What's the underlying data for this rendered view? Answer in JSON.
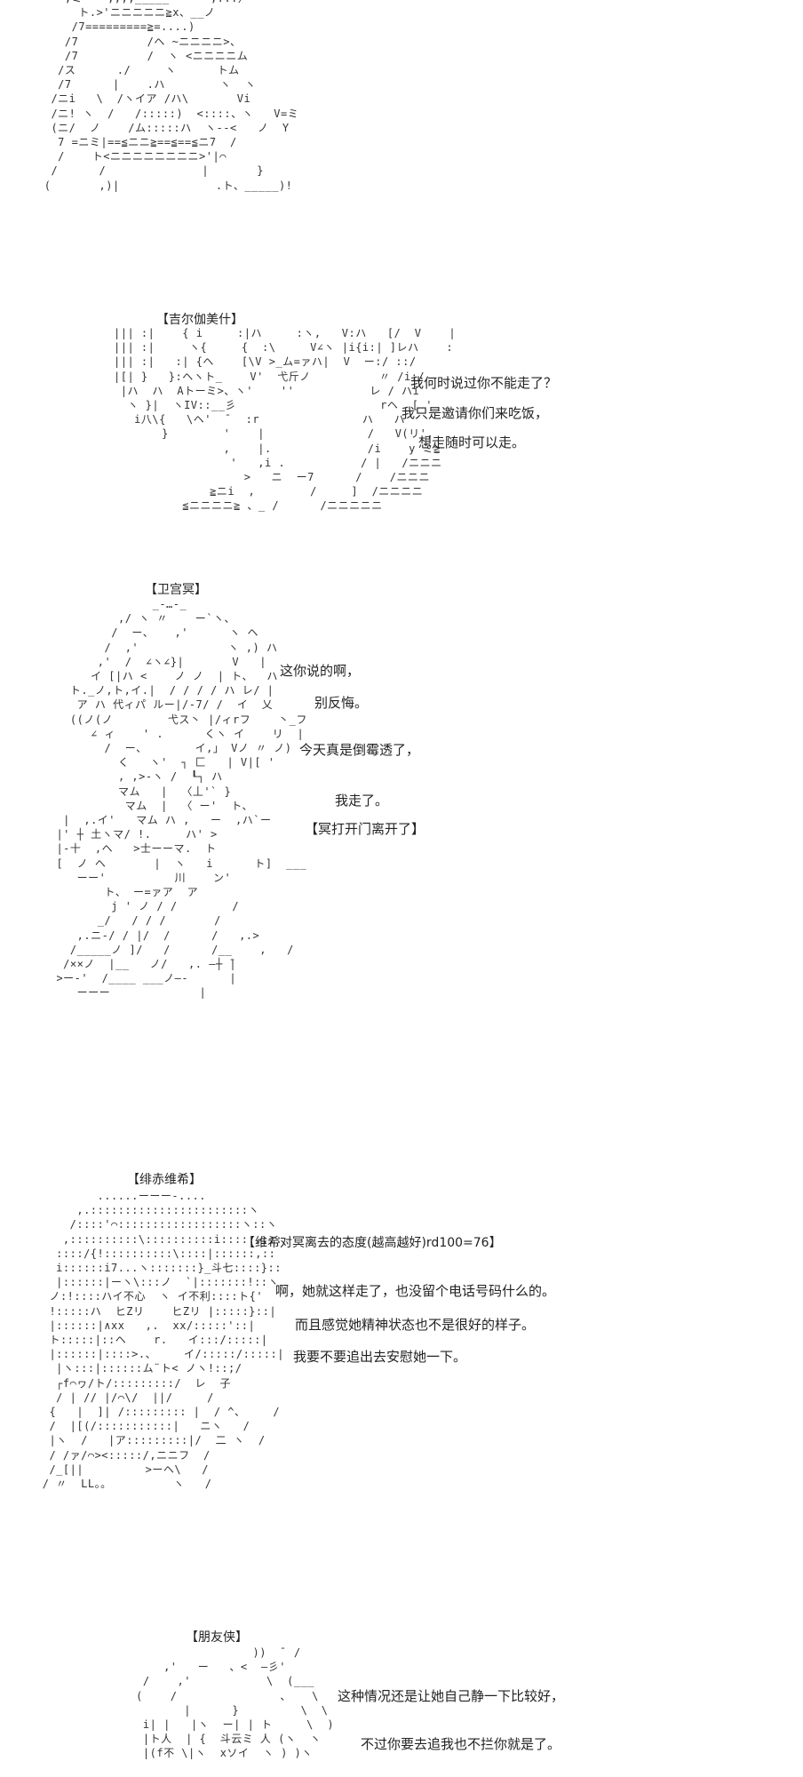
{
  "panels": [
    {
      "speaker": "",
      "art": "    ,ミ=ー ,,,,_____      ,...〉\n      ト.>'ニニニニニ≧x、__ノ\n     /7=========≧=....)\n    /7          /ヘ ~ニニニニ>、\n    /7          /  ヽ <ニニニニム\n   /ス      ./     ヽ      トム\n   /7      |    .ハ        ヽ  ヽ\n  /ニi   \\  /ヽイア /ハ\\       Vi\n  /ニ! ヽ  /   /:::::)  <::::、ヽ   V=ミ\n  (ニ/  ノ    /ム:::::ハ  ヽ--<   ノ  Y\n   7 =ニミ|==≦ニニ≧==≦==≦ニ7  /\n   /    ト<ニニニニニニニニ>'|⌒\n  /      /              |       }\n (       ,)|              .ト、_____)!",
      "dialogue": []
    },
    {
      "speaker": "【吉尔伽美什】",
      "art": "||| :|    { i     :|ハ     :ヽ,   V:ハ   [/  V    |\n||| :|     ヽ{     {  :\\     V∠ヽ |i{i:| ]レハ    :\n||| :|   :| {ヘ    [\\V >_ム=ァハ|  V  ー:/ ::/\n|[| }   }:ヘヽト_    V'  弋斤ノ          〃 /i:/\n |ハ  ハ  Aトーミ>、ヽ'    ''           レ / ハi\n  ヽ }|  ヽIV::__彡                     rヘ  [ '\n   i八\\{   \\ヘ'  ̄   :r               ハ   ハ\n       }        '    |               /   V(リ',\n                ,    |.              /i    y ̄ミ≧\n                 '   ,i .           / |   /ニニニ\n                   >   ニ  ー7      /    /ニニニ\n              ≧ニi  ,        /     ]  /ニニニニ\n          ≦ニニニニ≧ 、_ /      /ニニニニニ",
      "dialogue": [
        "我何时说过你不能走了？",
        "我只是邀请你们来吃饭，",
        "想走随时可以走。"
      ]
    },
    {
      "speaker": "【卫宫冥】",
      "art": "                _-…-_\n           ,/ ヽ 〃    ー`ヽ、\n          /  ー、   ,'      ヽ ヘ\n         /  ,'             ヽ ,) ハ\n        ,'  /  ∠ヽ∠}|       V   |\n       イ [|ハ <    ノ ノ  | ト、  ハ\n    ト._ノ,ト,イ.|  / / / / ハ レ/ |\n     ア ハ 代ィパ ルー|/-7/ /  イ  乂\n    ((ノ(ノ        弋ス丶 |/ィrフ    丶_フ\n       ∠ ィ    ' .      くヽ イ    リ  |\n         /  ー、       イ,」 Vノ 〃 ノ)\n           く   ヽ'  ┐ 匚   | V|[ '\n           , ,>-ヽ /  ┖┐ ハ\n           マム   |  〈丄'` }\n            マム  |  〈 ー'  ト、\n   |  ,.イ'   マム ハ ,   ー  ,ハ`ー\n  |' ┼ 土ヽマ/ !.     ハ' >\n  |-十  ,ヘ   >士ーーマ.  ト\n  [  ノ ヘ       |  ヽ   i      ト]  ___\n     ーー'          川    ン'\n         ト、 ー=ァア  ア\n          j ' ノ / /        /\n        _/   / / /       /\n     ,.ニ-/ / |/  /      /   ,.>\n    /_____ノ ]/   /      /__    ,   /\n   /××ノ  |__   ノ/   ,. ―┼ ̄|\n  >ー-'  /____ ___ノ―-      |\n     ーーー             |",
      "dialogue": [
        "这你说的啊，",
        "别反悔。",
        "今天真是倒霉透了，",
        "我走了。",
        "【冥打开门离开了】"
      ]
    },
    {
      "speaker": "【绯赤维希】",
      "art": "         ......ーーー-....\n      ,.:::::::::::::::::::::::ヽ\n     /::::'⌒::::::::::::::::::ヽ::ヽ\n    ,::::::::::\\::::::::::i:::::,:::\n   ::::/{!::::::::::\\::::|::::::,::\n   i::::::i7...ヽ:::::::}_斗七::::}::\n   |::::::|ーヽ\\:::ノ  `|:::::::!::ヽ\n  ノ:!::::ハイ不心  ヽ イ不利::::ト{'\n  !:::::ハ  ヒZリ    ヒZリ |:::::}::|\n  |::::::|∧xx   ,.  xx/:::::'::|\n  ト:::::|::ヘ    r.   イ:::/:::::|\n  |::::::|::::>.、    イ/:::::/:::::|\n   |ヽ:::|::::::ム¨ト< ノヽ!::;/\n   ┌f⌒ヮ/ト/:::::::::/  レ  子\n   / | // |/⌒\\/  ||/     /\n  {   |  ]| /::::::::: |  / ^、    /\n  /  |[(/:::::::::::|   ニヽ   /\n  |ヽ  /   |ア:::::::::|/  二 ヽ  /\n  / /ァ/⌒><:::::/,ニニフ  /\n  /_[||         >ーヘ\\   /\n / 〃  LL。。         ヽ   /",
      "dialogue": [
        "啊，她就这样走了，也没留个电话号码什么的。",
        "而且感觉她精神状态也不是很好的样子。",
        "我要不要追出去安慰她一下。"
      ],
      "roll": "【维希对冥离去的态度(越高越好)rd100=76】"
    },
    {
      "speaker": "【朋友侠】",
      "art": "                    ))  ̄  /\n       ,'   ー   、<  ―彡'\n    /    ,'           \\  (___\n   (    /               、   \\\n          |      }         \\  \\\n    i| |   |ヽ  ー| | ト     \\  )\n    |ト人  | {  斗云ミ 人 (ヽ  ヽ\n    |(f不 \\|ヽ  xソイ  ヽ ) )ヽ",
      "dialogue": [
        "这种情况还是让她自己静一下比较好，",
        "不过你要去追我也不拦你就是了。"
      ]
    }
  ]
}
